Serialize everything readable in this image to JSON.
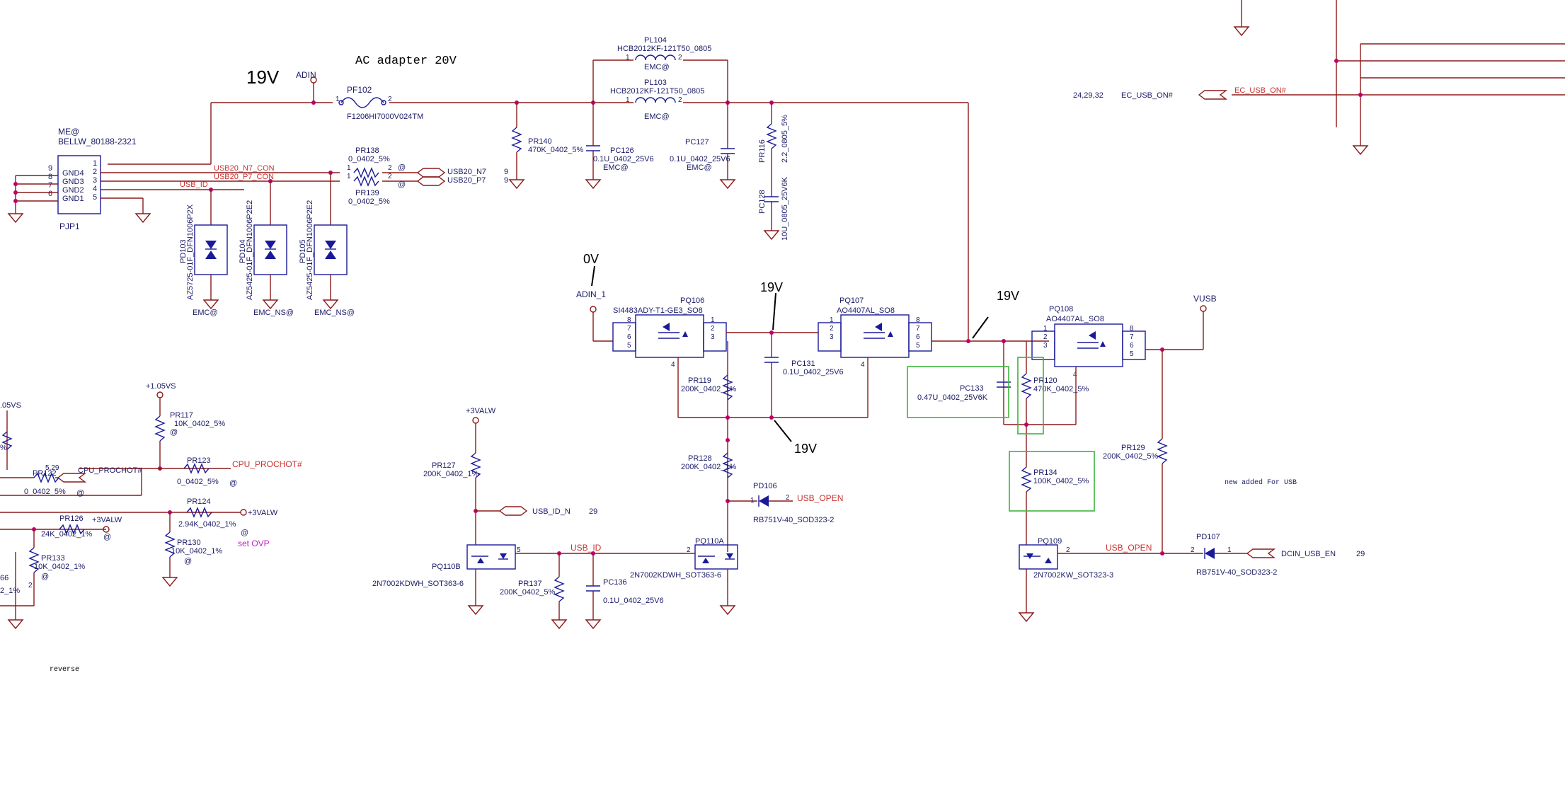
{
  "labels": {
    "ac_adapter": "AC adapter 20V",
    "adin": "ADIN",
    "adin_1": "ADIN_1",
    "v19_main": "19V",
    "v0": "0V",
    "v19_b": "19V",
    "v19_c": "19V",
    "v19_d": "19V",
    "vusb": "VUSB",
    "v105vs": "+1.05VS",
    "v05vs": ".05VS",
    "v3valw_a": "+3VALW",
    "v3valw_b": "+3VALW",
    "v3valw_c": "+3VALW",
    "ec_pages": "24,29,32",
    "ec_usb_on": "EC_USB_ON#",
    "ec_usb_on_net": "EC_USB_ON#",
    "usb20_n7_con": "USB20_N7_CON",
    "usb20_p7_con": "USB20_P7_CON",
    "usb_id_left": "USB_ID",
    "usb20_n7": "USB20_N7",
    "usb20_p7": "USB20_P7",
    "pg9a": "9",
    "pg9b": "9",
    "usb_id_n": "USB_ID_N",
    "pg29a": "29",
    "usb_id_mid": "USB_ID",
    "usb_open_a": "USB_OPEN",
    "usb_open_b": "USB_OPEN",
    "dcin_usb_en": "DCIN_USB_EN",
    "pg29b": "29",
    "cpu_prochot_a": "CPU_PROCHOT#",
    "cpu_prochot_b": "CPU_PROCHOT#",
    "pg529": "5,29",
    "set_ovp": "set OVP",
    "new_added": "new added For USB",
    "reverse": "reverse",
    "me": "ME@",
    "emc_a": "EMC@",
    "emc_b": "EMC@",
    "emc_c": "EMC@",
    "emc_d": "EMC@",
    "emc_e": "EMC@",
    "emc_ns_a": "EMC_NS@",
    "emc_ns_b": "EMC_NS@",
    "at1": "@",
    "at2": "@",
    "at3": "@",
    "at4": "@",
    "at5": "@",
    "at6": "@",
    "at7": "@",
    "at8": "@",
    "at9": "@"
  },
  "connector": {
    "ref": "PJP1",
    "part": "BELLW_80188-2321",
    "pins": [
      "GND4",
      "GND3",
      "GND2",
      "GND1"
    ],
    "num_left": [
      "9",
      "8",
      "7",
      "6"
    ],
    "num_right": [
      "1",
      "2",
      "3",
      "4",
      "5"
    ]
  },
  "parts": {
    "pf102": "PF102",
    "pf102_v": "F1206HI7000V024TM",
    "pl104": "PL104",
    "pl104_v": "HCB2012KF-121T50_0805",
    "pl103": "PL103",
    "pl103_v": "HCB2012KF-121T50_0805",
    "pr140": "PR140",
    "pr140_v": "470K_0402_5%",
    "pc126": "PC126",
    "pc126_v": "0.1U_0402_25V6",
    "pc127": "PC127",
    "pc127_v": "0.1U_0402_25V6",
    "pr116": "PR116",
    "pr116_v": "2.2_0805_5%",
    "pc128": "PC128",
    "pc128_v": "10U_0805_25V6K",
    "pr138": "PR138",
    "pr138_v": "0_0402_5%",
    "pr139": "PR139",
    "pr139_v": "0_0402_5%",
    "pd103": "PD103",
    "pd103_v": "AZ5725-01F_DFN1006P2X",
    "pd104": "PD104",
    "pd104_v": "AZ5425-01F_DFN1006P2E2",
    "pd105": "PD105",
    "pd105_v": "AZ5425-01F_DFN1006P2E2",
    "pq106": "PQ106",
    "pq106_v": "SI4483ADY-T1-GE3_SO8",
    "pq107": "PQ107",
    "pq107_v": "AO4407AL_SO8",
    "pq108": "PQ108",
    "pq108_v": "AO4407AL_SO8",
    "pc131": "PC131",
    "pc131_v": "0.1U_0402_25V6",
    "pr119": "PR119",
    "pr119_v": "200K_0402_1%",
    "pr128": "PR128",
    "pr128_v": "200K_0402_1%",
    "pd106": "PD106",
    "pd106_v": "RB751V-40_SOD323-2",
    "pc133": "PC133",
    "pc133_v": "0.47U_0402_25V6K",
    "pr120": "PR120",
    "pr120_v": "470K_0402_5%",
    "pr129": "PR129",
    "pr129_v": "200K_0402_5%",
    "pr134": "PR134",
    "pr134_v": "100K_0402_5%",
    "pq109": "PQ109",
    "pq109_v": "2N7002KW_SOT323-3",
    "pd107": "PD107",
    "pd107_v": "RB751V-40_SOD323-2",
    "pr127": "PR127",
    "pr127_v": "200K_0402_1%",
    "pq110b": "PQ110B",
    "pq110b_v": "2N7002KDWH_SOT363-6",
    "pq110a": "PQ110A",
    "pq110a_v": "2N7002KDWH_SOT363-6",
    "pr137": "PR137",
    "pr137_v": "200K_0402_5%",
    "pc136": "PC136",
    "pc136_v": "0.1U_0402_25V6",
    "pr117": "PR117",
    "pr117_v": "10K_0402_5%",
    "pr122": "PR122",
    "pr122_v": "0_0402_5%",
    "pr123": "PR123",
    "pr123_v": "0_0402_5%",
    "pr124": "PR124",
    "pr124_v": "2.94K_0402_1%",
    "pr126": "PR126",
    "pr126_v": "24K_0402_1%",
    "pr130": "PR130",
    "pr130_v": "10K_0402_1%",
    "pr133": "PR133",
    "pr133_v": "10K_0402_1%",
    "frag_2": "2",
    "frag_66": "66",
    "frag_21pct": "2_1%",
    "frag_pct": "%"
  },
  "pins": {
    "p1": "1",
    "p2": "2",
    "p3": "3",
    "p4": "4",
    "p5": "5",
    "p6": "6",
    "p7": "7",
    "p8": "8"
  },
  "colors": {
    "wire": "#8b1a1a",
    "component": "#1a1a99",
    "junction": "#c0006a",
    "net_label": "#c83232",
    "highlight": "#3cb43c"
  }
}
